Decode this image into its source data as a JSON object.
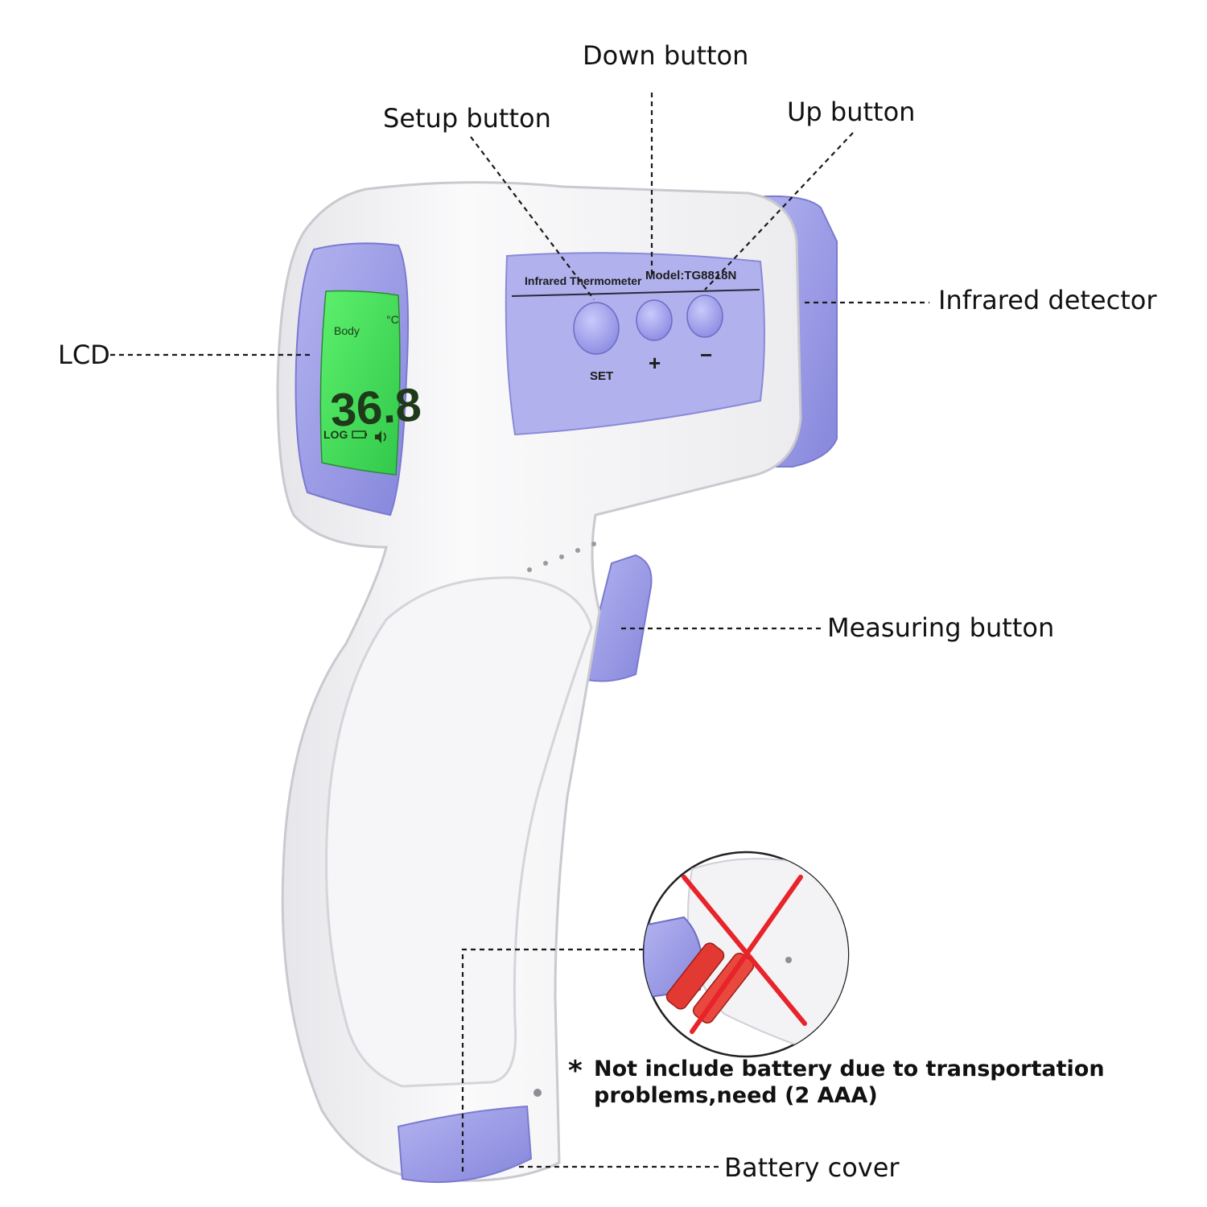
{
  "labels": {
    "down_button": "Down button",
    "setup_button": "Setup button",
    "up_button": "Up button",
    "infrared_detector": "Infrared detector",
    "lcd": "LCD",
    "measuring_button": "Measuring button",
    "battery_cover": "Battery cover"
  },
  "device": {
    "panel_title": "Infrared Thermometer",
    "model": "Model:TG8818N",
    "set_label": "SET",
    "plus_label": "+",
    "minus_label": "−",
    "lcd": {
      "mode": "Body",
      "unit": "°C",
      "reading": "36.8",
      "log": "LOG"
    }
  },
  "battery_note": {
    "line1": "Not include battery due to transportation",
    "line2": "problems,need (2 AAA)"
  },
  "colors": {
    "accent_purple": "#9b9be8",
    "body_white": "#f1f1f3",
    "lcd_green": "#44e05a",
    "cross_red": "#e8232a"
  },
  "icons": {
    "note_marker": "asterisk-icon",
    "battery": "battery-icon",
    "speaker": "speaker-icon"
  }
}
